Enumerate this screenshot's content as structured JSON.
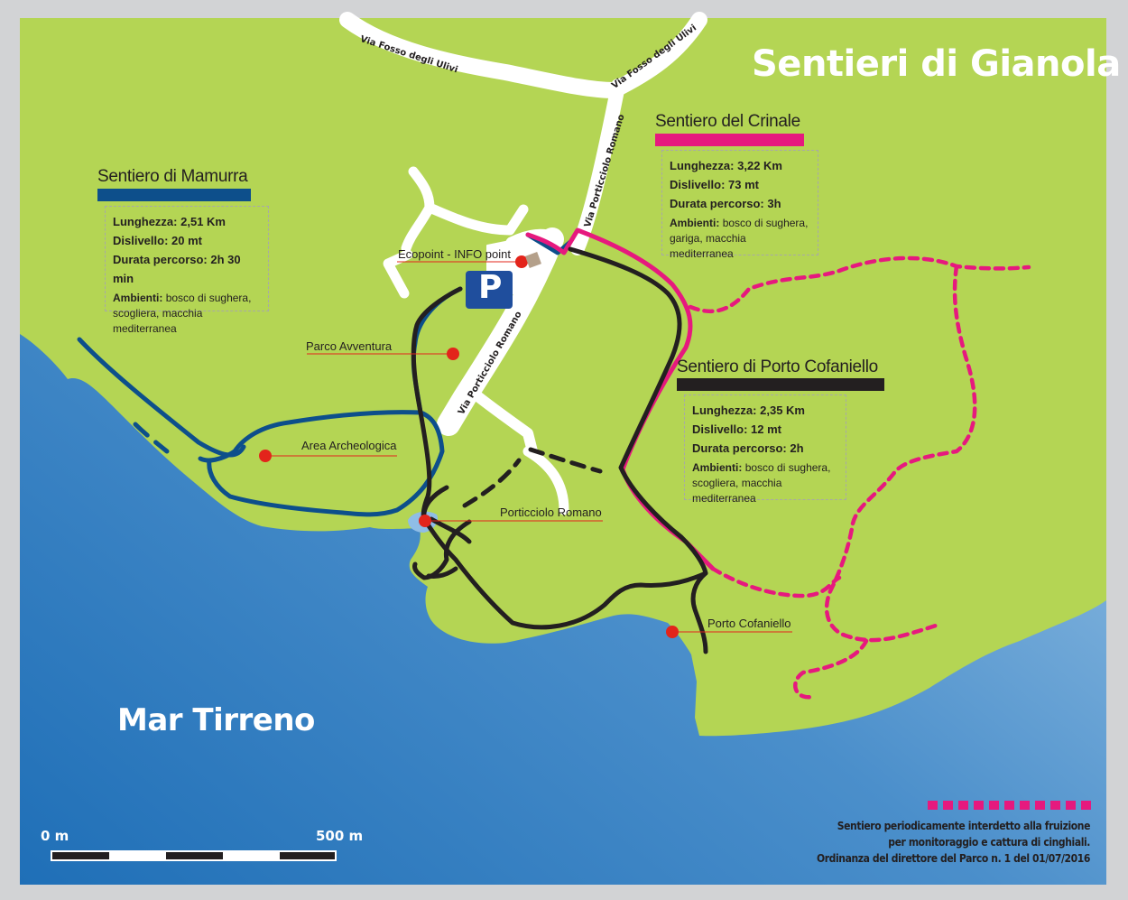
{
  "title": "Sentieri di Gianola",
  "sea_label": "Mar Tirreno",
  "roads": {
    "fosso_1": "Via Fosso degli Ulivi",
    "fosso_2": "Via Fosso degli Ulivi",
    "porticciolo_1": "Via Porticciolo Romano",
    "porticciolo_2": "Via Porticciolo Romano"
  },
  "trails": {
    "mamurra": {
      "name": "Sentiero di Mamurra",
      "color": "#0d4f8b",
      "length_label": "Lunghezza:",
      "length": "2,51 Km",
      "elevation_label": "Dislivello:",
      "elevation": "20 mt",
      "duration_label": "Durata percorso:",
      "duration": "2h 30 min",
      "env_label": "Ambienti:",
      "env": "bosco di sughera, scogliera, macchia mediterranea"
    },
    "crinale": {
      "name": "Sentiero del Crinale",
      "color": "#e6197e",
      "length_label": "Lunghezza:",
      "length": "3,22 Km",
      "elevation_label": "Dislivello:",
      "elevation": "73 mt",
      "duration_label": "Durata percorso:",
      "duration": "3h",
      "env_label": "Ambienti:",
      "env": "bosco di sughera, gariga, macchia mediterranea"
    },
    "cofaniello": {
      "name": "Sentiero di Porto Cofaniello",
      "color": "#231f20",
      "length_label": "Lunghezza:",
      "length": "2,35 Km",
      "elevation_label": "Dislivello:",
      "elevation": "12 mt",
      "duration_label": "Durata percorso:",
      "duration": "2h",
      "env_label": "Ambienti:",
      "env": "bosco di sughera, scogliera, macchia mediterranea"
    }
  },
  "pois": {
    "ecopoint": "Ecopoint - INFO point",
    "parco": "Parco Avventura",
    "area": "Area Archeologica",
    "porticciolo": "Porticciolo Romano",
    "cofaniello": "Porto Cofaniello"
  },
  "parking_symbol": "P",
  "scale": {
    "start": "0 m",
    "end": "500 m"
  },
  "note": {
    "line1": "Sentiero periodicamente interdetto alla fruizione",
    "line2": "per monitoraggio e cattura di cinghiali.",
    "line3": "Ordinanza del direttore del Parco n. 1 del 01/07/2016"
  },
  "colors": {
    "land": "#b4d554",
    "sea_light": "#a7cdea",
    "sea_dark": "#2679bf",
    "frame": "#d2d3d5",
    "poi": "#e3241b",
    "parking": "#1f4e9d"
  }
}
